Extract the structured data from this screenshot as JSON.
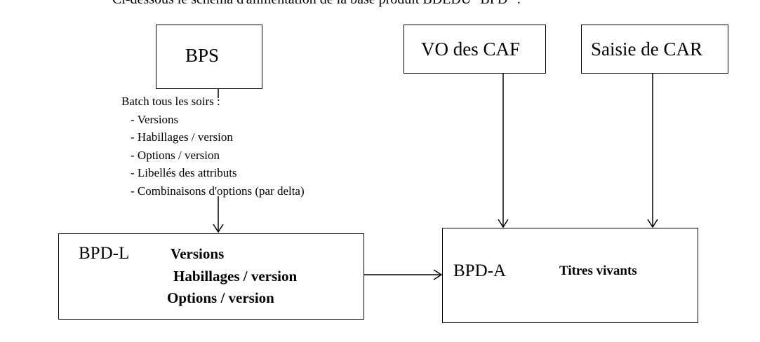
{
  "caption": "Ci-dessous le schéma d'alimentation de la base produit BDEDU \"BPD\" :",
  "sources": {
    "bps": "BPS",
    "vo": "VO des CAF",
    "car": "Saisie de CAR"
  },
  "batch": {
    "title": "Batch tous les soirs :",
    "items": [
      "- Versions",
      "- Habillages / version",
      "- Options / version",
      "- Libellés des attributs",
      "- Combinaisons d'options (par delta)"
    ]
  },
  "bpdl": {
    "title": "BPD-L",
    "items": [
      "Versions",
      "Habillages / version",
      "Options / version"
    ]
  },
  "bpda": {
    "title": "BPD-A",
    "items": [
      "Titres vivants"
    ]
  }
}
